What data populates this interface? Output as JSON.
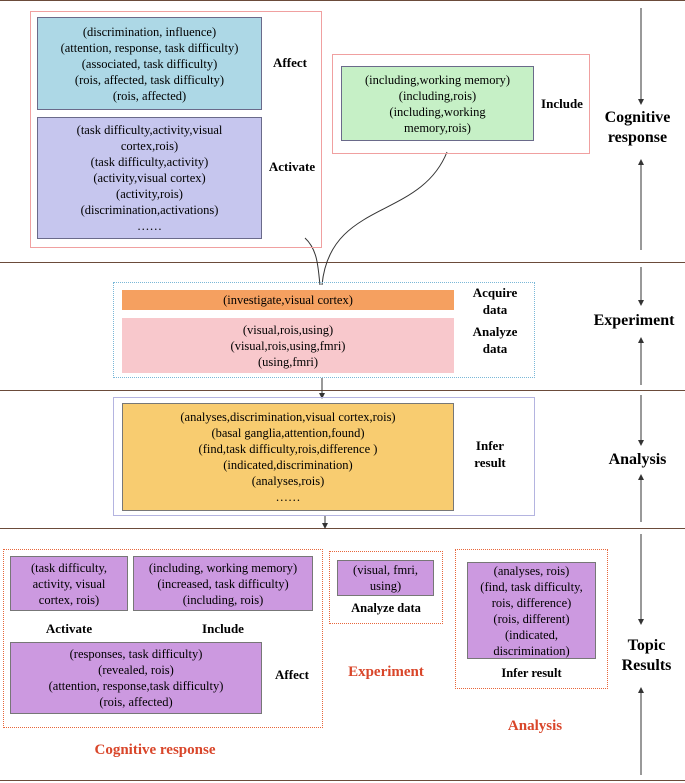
{
  "cognitive_top": {
    "affect_items": [
      "(discrimination, influence)",
      "(attention, response, task difficulty)",
      "(associated, task difficulty)",
      "(rois, affected, task difficulty)",
      "(rois, affected)"
    ],
    "affect_label": "Affect",
    "activate_items": [
      "(task difficulty,activity,visual",
      "cortex,rois)",
      "(task difficulty,activity)",
      "(activity,visual cortex)",
      "(activity,rois)",
      "(discrimination,activations)",
      "……"
    ],
    "activate_label": "Activate",
    "include_items": [
      "(including,working memory)",
      "(including,rois)",
      "(including,working",
      "memory,rois)"
    ],
    "include_label": "Include"
  },
  "experiment_top": {
    "acquire_item": "(investigate,visual cortex)",
    "acquire_label_1": "Acquire",
    "acquire_label_2": "data",
    "analyze_items": [
      "(visual,rois,using)",
      "(visual,rois,using,fmri)",
      "(using,fmri)"
    ],
    "analyze_label_1": "Analyze",
    "analyze_label_2": "data"
  },
  "analysis_top": {
    "infer_items": [
      "(analyses,discrimination,visual cortex,rois)",
      "(basal ganglia,attention,found)",
      "(find,task difficulty,rois,difference )",
      "(indicated,discrimination)",
      "(analyses,rois)",
      "……"
    ],
    "infer_label_1": "Infer",
    "infer_label_2": "result"
  },
  "stages": {
    "cognitive_1": "Cognitive",
    "cognitive_2": "response",
    "experiment": "Experiment",
    "analysis": "Analysis",
    "topic_1": "Topic",
    "topic_2": "Results"
  },
  "results": {
    "activate_items": [
      "(task difficulty,",
      "activity, visual",
      "cortex, rois)"
    ],
    "activate_label": "Activate",
    "include_items": [
      "(including, working memory)",
      "(increased, task difficulty)",
      "(including, rois)"
    ],
    "include_label": "Include",
    "affect_items": [
      "(responses, task difficulty)",
      "(revealed, rois)",
      "(attention, response,task difficulty)",
      "(rois, affected)"
    ],
    "affect_label": "Affect",
    "cognitive_title": "Cognitive response",
    "analyze_items": [
      "(visual, fmri,",
      "using)"
    ],
    "analyze_label": "Analyze data",
    "experiment_title": "Experiment",
    "infer_items": [
      "(analyses, rois)",
      "(find, task difficulty,",
      "rois, difference)",
      "(rois, different)",
      "(indicated,",
      "discrimination)"
    ],
    "infer_label": "Infer result",
    "analysis_title": "Analysis"
  }
}
